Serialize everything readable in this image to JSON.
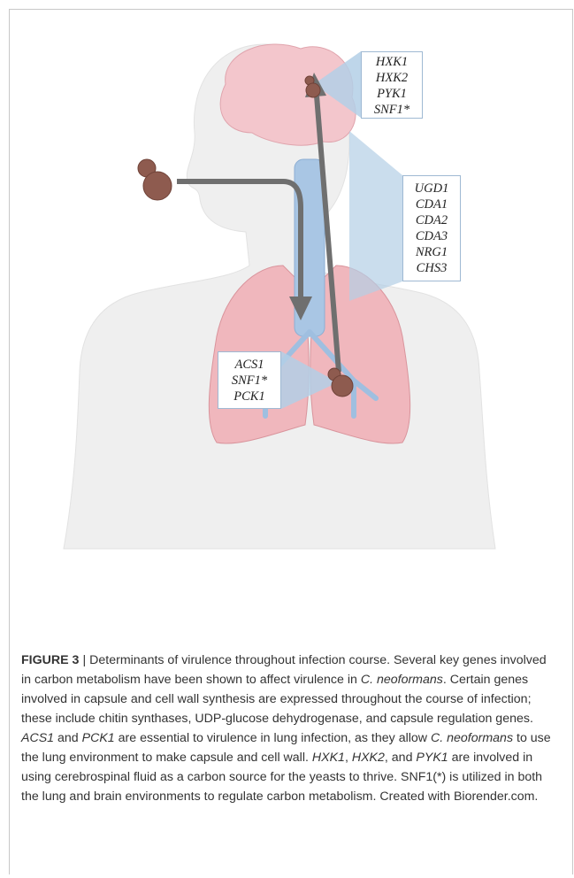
{
  "gene_boxes": {
    "brain": [
      "HXK1",
      "HXK2",
      "PYK1",
      "SNF1*"
    ],
    "capsule_wall": [
      "UGD1",
      "CDA1",
      "CDA2",
      "CDA3",
      "NRG1",
      "CHS3"
    ],
    "lung": [
      "ACS1",
      "SNF1*",
      "PCK1"
    ]
  },
  "caption": {
    "label": "FIGURE 3",
    "separator": "|",
    "s1": "Determinants of virulence throughout infection course. Several key genes involved in carbon metabolism have been shown to affect virulence in",
    "s1_species": "C. neoformans",
    "s1_end": ". Certain genes involved in capsule and cell wall synthesis are expressed throughout the course of infection; these include chitin synthases, UDP-glucose dehydrogenase, and capsule regulation genes.",
    "g_acs1": "ACS1",
    "and1": "and",
    "g_pck1": "PCK1",
    "s2_mid": "are essential to virulence in lung infection, as they allow",
    "s2_species": "C. neoformans",
    "s2_end": "to use the lung environment to make capsule and cell wall.",
    "g_hxk1": "HXK1",
    "comma1": ",",
    "g_hxk2": "HXK2",
    "and2": ", and",
    "g_pyk1": "PYK1",
    "s3_end": "are involved in using cerebrospinal fluid as a carbon source for the yeasts to thrive. SNF1(*) is utilized in both the lung and brain environments to regulate carbon metabolism. Created with Biorender.com."
  },
  "colors": {
    "body_silhouette": "#efefef",
    "brain": "#f3c6cc",
    "lungs": "#f0b7bd",
    "trachea": "#a9c6e4",
    "arrows": "#6f6f6f",
    "yeast": "#8e5b4f",
    "highlight_wedge": "#b3cfe6"
  }
}
